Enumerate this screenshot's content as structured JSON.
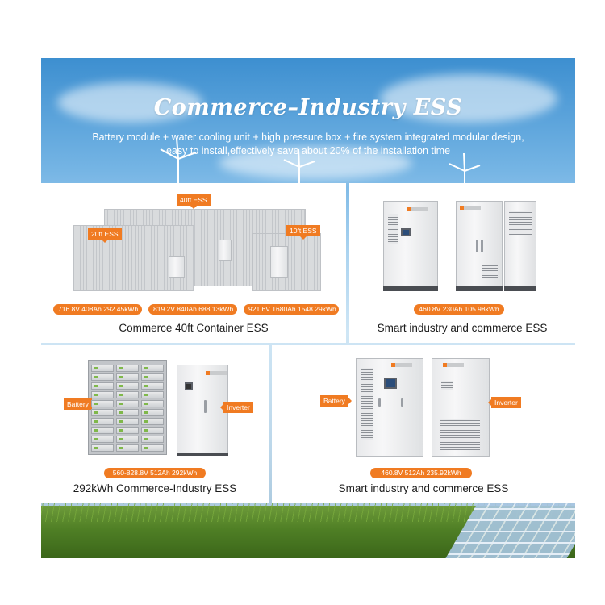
{
  "header": {
    "title": "Commerce–Industry ESS",
    "subtitle_line1": "Battery module + water cooling unit + high pressure box + fire system integrated modular design,",
    "subtitle_line2": "easy to install,effectively save about 20% of the installation time"
  },
  "products": [
    {
      "caption": "Commerce 40ft Container ESS",
      "tags": [
        "40ft ESS",
        "20ft ESS",
        "10ft ESS"
      ],
      "specs": [
        "716.8V 408Ah 292.45kWh",
        "819.2V 840Ah 688 13kWh",
        "921.6V 1680Ah 1548.29kWh"
      ]
    },
    {
      "caption": "Smart industry and commerce ESS",
      "specs": [
        "460.8V 230Ah 105.98kWh"
      ]
    },
    {
      "caption": "292kWh Commerce-Industry ESS",
      "tags": [
        "Battery",
        "Inverter"
      ],
      "specs": [
        "560-828.8V 512Ah 292kWh"
      ]
    },
    {
      "caption": "Smart industry and commerce ESS",
      "tags": [
        "Battery",
        "Inverter"
      ],
      "specs": [
        "460.8V 512Ah 235.92kWh"
      ]
    }
  ],
  "colors": {
    "accent": "#f07b22",
    "sky": "#74b4e4",
    "panel": "#ffffff"
  }
}
